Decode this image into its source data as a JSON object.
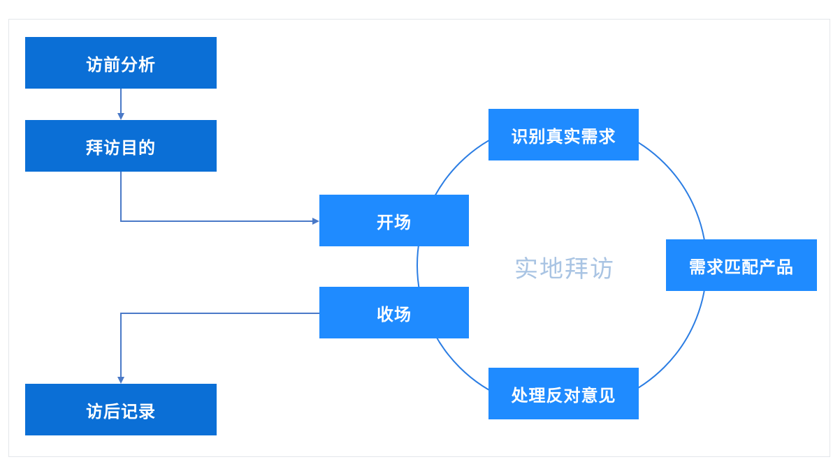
{
  "nodes": {
    "pre_visit_analysis": "访前分析",
    "visit_purpose": "拜访目的",
    "opening": "开场",
    "identify_needs": "识别真实需求",
    "match_products": "需求匹配产品",
    "handle_objections": "处理反对意见",
    "closing": "收场",
    "post_visit_record": "访后记录"
  },
  "center_label": "实地拜访",
  "colors": {
    "dark_box": "#0b6fd6",
    "light_box": "#1f8bff",
    "connector": "#4a79c7",
    "cycle_ring": "#2b7de3",
    "center_text": "#a9c4e3",
    "frame_border": "#e3e6ea"
  }
}
